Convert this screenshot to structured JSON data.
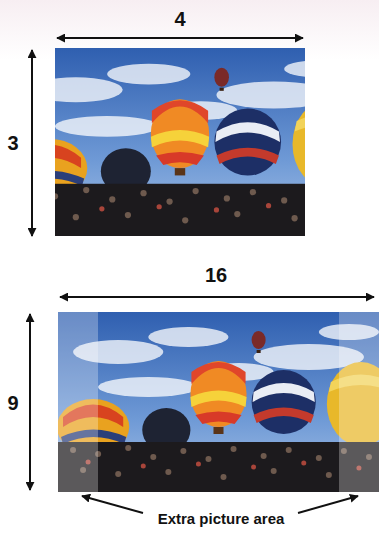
{
  "diagram": {
    "labels": [
      "4",
      "3",
      "16",
      "9",
      "Extra picture area"
    ]
  }
}
